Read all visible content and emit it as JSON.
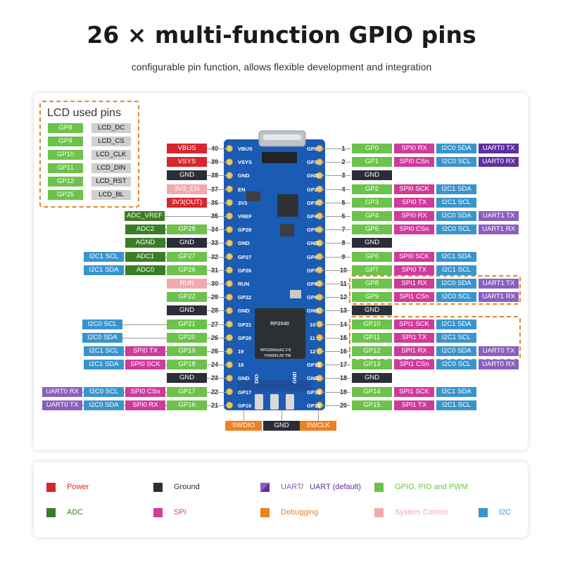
{
  "title": "26 × multi-function GPIO pins",
  "subtitle": "configurable pin function, allows flexible development and integration",
  "colors": {
    "power": "#d7262d",
    "ground": "#2b2d38",
    "uart": "#8a5fbf",
    "uart_default": "#5e2f9e",
    "gpio": "#6cc24a",
    "adc": "#3b7d26",
    "spi": "#cf3a9b",
    "debugging": "#ee8020",
    "system": "#f2aaaf",
    "i2c": "#3a94cc",
    "lcd": "#cfcfcf",
    "board": "#1a5bb4"
  },
  "lcd": {
    "title": "LCD used pins",
    "rows": [
      {
        "gpio": "GP8",
        "name": "LCD_DC"
      },
      {
        "gpio": "GP9",
        "name": "LCD_CS"
      },
      {
        "gpio": "GP10",
        "name": "LCD_CLK"
      },
      {
        "gpio": "GP11",
        "name": "LCD_DIN"
      },
      {
        "gpio": "GP12",
        "name": "LCD_RST"
      },
      {
        "gpio": "GP25",
        "name": "LCD_BL"
      }
    ]
  },
  "left_pins": [
    {
      "num": "40",
      "board": "VBUS",
      "labels": [
        {
          "t": "VBUS",
          "c": "power"
        }
      ]
    },
    {
      "num": "39",
      "board": "VSYS",
      "labels": [
        {
          "t": "VSYS",
          "c": "power"
        }
      ]
    },
    {
      "num": "38",
      "board": "GND",
      "labels": [
        {
          "t": "GND",
          "c": "ground"
        }
      ]
    },
    {
      "num": "37",
      "board": "EN",
      "labels": [
        {
          "t": "3V3_EN",
          "c": "system"
        }
      ]
    },
    {
      "num": "36",
      "board": "3V3",
      "labels": [
        {
          "t": "3V3(OUT)",
          "c": "power"
        }
      ]
    },
    {
      "num": "35",
      "board": "VREF",
      "labels": [
        {
          "t": "ADC_VREF",
          "c": "adc"
        }
      ]
    },
    {
      "num": "34",
      "board": "GP28",
      "labels": [
        {
          "t": "GP28",
          "c": "gpio"
        },
        {
          "t": "ADC2",
          "c": "adc"
        }
      ]
    },
    {
      "num": "33",
      "board": "GND",
      "labels": [
        {
          "t": "GND",
          "c": "ground"
        },
        {
          "t": "AGND",
          "c": "adc"
        }
      ]
    },
    {
      "num": "32",
      "board": "GP27",
      "labels": [
        {
          "t": "GP27",
          "c": "gpio"
        },
        {
          "t": "ADC1",
          "c": "adc"
        },
        {
          "t": "I2C1 SCL",
          "c": "i2c"
        }
      ]
    },
    {
      "num": "31",
      "board": "GP26",
      "labels": [
        {
          "t": "GP26",
          "c": "gpio"
        },
        {
          "t": "ADC0",
          "c": "adc"
        },
        {
          "t": "I2C1 SDA",
          "c": "i2c"
        }
      ]
    },
    {
      "num": "30",
      "board": "RUN",
      "labels": [
        {
          "t": "RUN",
          "c": "system"
        }
      ]
    },
    {
      "num": "29",
      "board": "GP22",
      "labels": [
        {
          "t": "GP22",
          "c": "gpio"
        }
      ]
    },
    {
      "num": "28",
      "board": "GND",
      "labels": [
        {
          "t": "GND",
          "c": "ground"
        }
      ]
    },
    {
      "num": "27",
      "board": "GP21",
      "labels": [
        {
          "t": "GP21",
          "c": "gpio"
        },
        {
          "t": "I2C0 SCL",
          "c": "i2c"
        }
      ]
    },
    {
      "num": "26",
      "board": "GP20",
      "labels": [
        {
          "t": "GP20",
          "c": "gpio"
        },
        {
          "t": "I2C0 SDA",
          "c": "i2c"
        }
      ]
    },
    {
      "num": "25",
      "board": "19",
      "labels": [
        {
          "t": "GP19",
          "c": "gpio"
        },
        {
          "t": "SPI0 TX",
          "c": "spi"
        },
        {
          "t": "I2C1 SCL",
          "c": "i2c"
        }
      ]
    },
    {
      "num": "24",
      "board": "18",
      "labels": [
        {
          "t": "GP18",
          "c": "gpio"
        },
        {
          "t": "SPI0 SCK",
          "c": "spi"
        },
        {
          "t": "I2C1 SDA",
          "c": "i2c"
        }
      ]
    },
    {
      "num": "23",
      "board": "GND",
      "labels": [
        {
          "t": "GND",
          "c": "ground"
        }
      ]
    },
    {
      "num": "22",
      "board": "GP17",
      "labels": [
        {
          "t": "GP17",
          "c": "gpio"
        },
        {
          "t": "SPI0 CSn",
          "c": "spi"
        },
        {
          "t": "I2C0 SCL",
          "c": "i2c"
        },
        {
          "t": "UART0 RX",
          "c": "uart"
        }
      ]
    },
    {
      "num": "21",
      "board": "GP16",
      "labels": [
        {
          "t": "GP16",
          "c": "gpio"
        },
        {
          "t": "SPI0 RX",
          "c": "spi"
        },
        {
          "t": "I2C0 SDA",
          "c": "i2c"
        },
        {
          "t": "UART0 TX",
          "c": "uart"
        }
      ]
    }
  ],
  "right_pins": [
    {
      "num": "1",
      "board": "GP0",
      "labels": [
        {
          "t": "GP0",
          "c": "gpio"
        },
        {
          "t": "SPI0 RX",
          "c": "spi"
        },
        {
          "t": "I2C0 SDA",
          "c": "i2c"
        },
        {
          "t": "UART0 TX",
          "c": "uart_default"
        }
      ]
    },
    {
      "num": "2",
      "board": "GP1",
      "labels": [
        {
          "t": "GP1",
          "c": "gpio"
        },
        {
          "t": "SPI0 CSn",
          "c": "spi"
        },
        {
          "t": "I2C0 SCL",
          "c": "i2c"
        },
        {
          "t": "UART0 RX",
          "c": "uart_default"
        }
      ]
    },
    {
      "num": "3",
      "board": "GND",
      "labels": [
        {
          "t": "GND",
          "c": "ground"
        }
      ]
    },
    {
      "num": "4",
      "board": "GP2",
      "labels": [
        {
          "t": "GP2",
          "c": "gpio"
        },
        {
          "t": "SPI0 SCK",
          "c": "spi"
        },
        {
          "t": "I2C1 SDA",
          "c": "i2c"
        }
      ]
    },
    {
      "num": "5",
      "board": "GP3",
      "labels": [
        {
          "t": "GP3",
          "c": "gpio"
        },
        {
          "t": "SPI0 TX",
          "c": "spi"
        },
        {
          "t": "I2C1 SCL",
          "c": "i2c"
        }
      ]
    },
    {
      "num": "6",
      "board": "GP4",
      "labels": [
        {
          "t": "GP4",
          "c": "gpio"
        },
        {
          "t": "SPI0 RX",
          "c": "spi"
        },
        {
          "t": "I2C0 SDA",
          "c": "i2c"
        },
        {
          "t": "UART1 TX",
          "c": "uart"
        }
      ]
    },
    {
      "num": "7",
      "board": "GP5",
      "labels": [
        {
          "t": "GP5",
          "c": "gpio"
        },
        {
          "t": "SPI0 CSn",
          "c": "spi"
        },
        {
          "t": "I2C0 SCL",
          "c": "i2c"
        },
        {
          "t": "UART1 RX",
          "c": "uart"
        }
      ]
    },
    {
      "num": "8",
      "board": "GND",
      "labels": [
        {
          "t": "GND",
          "c": "ground"
        }
      ]
    },
    {
      "num": "9",
      "board": "GP6",
      "labels": [
        {
          "t": "GP6",
          "c": "gpio"
        },
        {
          "t": "SPI0 SCK",
          "c": "spi"
        },
        {
          "t": "I2C1 SDA",
          "c": "i2c"
        }
      ]
    },
    {
      "num": "10",
      "board": "GP7",
      "labels": [
        {
          "t": "GP7",
          "c": "gpio"
        },
        {
          "t": "SPI0 TX",
          "c": "spi"
        },
        {
          "t": "I2C1 SCL",
          "c": "i2c"
        }
      ]
    },
    {
      "num": "11",
      "board": "GP8",
      "labels": [
        {
          "t": "GP8",
          "c": "gpio"
        },
        {
          "t": "SPI1 RX",
          "c": "spi"
        },
        {
          "t": "I2C0 SDA",
          "c": "i2c"
        },
        {
          "t": "UART1 TX",
          "c": "uart"
        }
      ]
    },
    {
      "num": "12",
      "board": "GP9",
      "labels": [
        {
          "t": "GP9",
          "c": "gpio"
        },
        {
          "t": "SPI1 CSn",
          "c": "spi"
        },
        {
          "t": "I2C0 SCL",
          "c": "i2c"
        },
        {
          "t": "UART1 RX",
          "c": "uart"
        }
      ]
    },
    {
      "num": "13",
      "board": "GND",
      "labels": [
        {
          "t": "GND",
          "c": "ground"
        }
      ]
    },
    {
      "num": "14",
      "board": "10",
      "labels": [
        {
          "t": "GP10",
          "c": "gpio"
        },
        {
          "t": "SPI1 SCK",
          "c": "spi"
        },
        {
          "t": "I2C1 SDA",
          "c": "i2c"
        }
      ]
    },
    {
      "num": "15",
      "board": "11",
      "labels": [
        {
          "t": "GP11",
          "c": "gpio"
        },
        {
          "t": "SPI1 TX",
          "c": "spi"
        },
        {
          "t": "I2C1 SCL",
          "c": "i2c"
        }
      ]
    },
    {
      "num": "16",
      "board": "12",
      "labels": [
        {
          "t": "GP12",
          "c": "gpio"
        },
        {
          "t": "SPI1 RX",
          "c": "spi"
        },
        {
          "t": "I2C0 SDA",
          "c": "i2c"
        },
        {
          "t": "UART0 TX",
          "c": "uart"
        }
      ]
    },
    {
      "num": "17",
      "board": "GP13",
      "labels": [
        {
          "t": "GP13",
          "c": "gpio"
        },
        {
          "t": "SPI1 CSn",
          "c": "spi"
        },
        {
          "t": "I2C0 SCL",
          "c": "i2c"
        },
        {
          "t": "UART0 RX",
          "c": "uart"
        }
      ]
    },
    {
      "num": "18",
      "board": "GND",
      "labels": [
        {
          "t": "GND",
          "c": "ground"
        }
      ]
    },
    {
      "num": "19",
      "board": "GP14",
      "labels": [
        {
          "t": "GP14",
          "c": "gpio"
        },
        {
          "t": "SPI1 SCK",
          "c": "spi"
        },
        {
          "t": "I2C1 SDA",
          "c": "i2c"
        }
      ]
    },
    {
      "num": "20",
      "board": "GP15",
      "labels": [
        {
          "t": "GP15",
          "c": "gpio"
        },
        {
          "t": "SPI1 TX",
          "c": "spi"
        },
        {
          "t": "I2C1 SCL",
          "c": "i2c"
        }
      ]
    }
  ],
  "bottom_pins": [
    {
      "board": "DIO",
      "label": "SWDIO",
      "c": "debugging"
    },
    {
      "board": "GND",
      "label": "GND",
      "c": "ground"
    },
    {
      "board": "CLK",
      "label": "SWCLK",
      "c": "debugging"
    }
  ],
  "chip": {
    "line1": "RP2040",
    "line2": "RP2350A0A2 3 8",
    "line3": "PX6691.00 TW"
  },
  "legend": [
    {
      "label": "Power",
      "c": "power",
      "text_color": "#d7262d"
    },
    {
      "label": "Ground",
      "c": "ground",
      "text_color": "#2b2d38"
    },
    {
      "label": "UART",
      "label2": " / ",
      "label3": "UART (default)",
      "c": "uart",
      "text_color": "#8a5fbf"
    },
    {
      "label": "GPIO, PIO and PWM",
      "c": "gpio",
      "text_color": "#6cc24a"
    },
    {
      "label": "ADC",
      "c": "adc",
      "text_color": "#3b7d26"
    },
    {
      "label": "SPI",
      "c": "spi",
      "text_color": "#cf3a9b"
    },
    {
      "label": "Debugging",
      "c": "debugging",
      "text_color": "#ee8020"
    },
    {
      "label": "System Control",
      "c": "system",
      "text_color": "#f2aaaf"
    },
    {
      "label": "I2C",
      "c": "i2c",
      "text_color": "#3a94cc"
    }
  ]
}
